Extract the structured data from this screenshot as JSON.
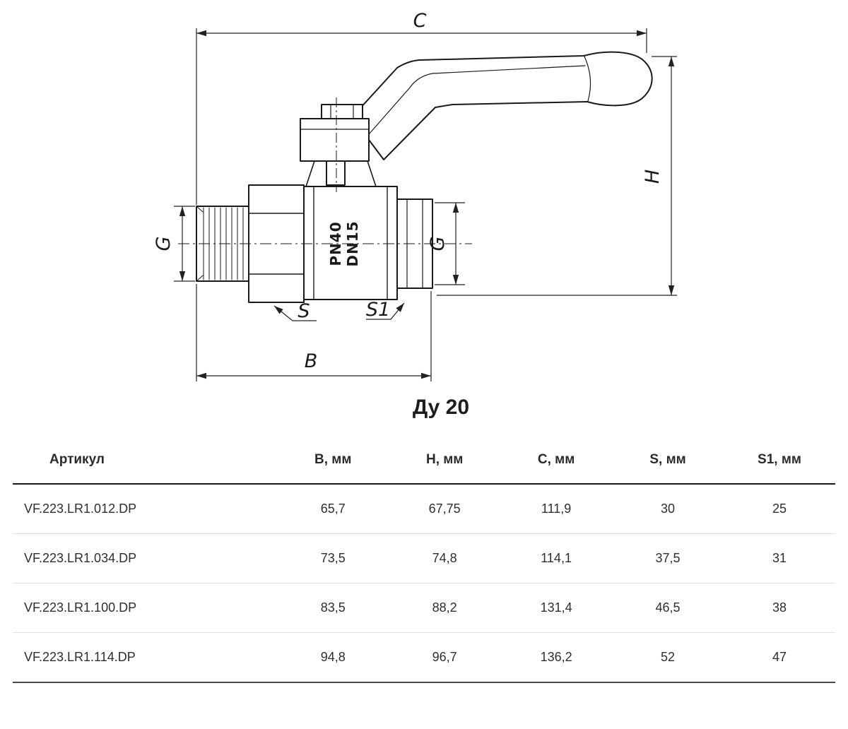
{
  "drawing": {
    "title": "Ду 20",
    "marking_line1": "PN40",
    "marking_line2": "DN15",
    "labels": {
      "c": "C",
      "h": "H",
      "g_left": "G",
      "g_right": "G",
      "s": "S",
      "s1": "S1",
      "b": "B"
    }
  },
  "table": {
    "headers": [
      "Артикул",
      "B, мм",
      "H, мм",
      "C, мм",
      "S, мм",
      "S1, мм"
    ],
    "rows": [
      [
        "VF.223.LR1.012.DP",
        "65,7",
        "67,75",
        "111,9",
        "30",
        "25"
      ],
      [
        "VF.223.LR1.034.DP",
        "73,5",
        "74,8",
        "114,1",
        "37,5",
        "31"
      ],
      [
        "VF.223.LR1.100.DP",
        "83,5",
        "88,2",
        "131,4",
        "46,5",
        "38"
      ],
      [
        "VF.223.LR1.114.DP",
        "94,8",
        "96,7",
        "136,2",
        "52",
        "47"
      ]
    ]
  }
}
